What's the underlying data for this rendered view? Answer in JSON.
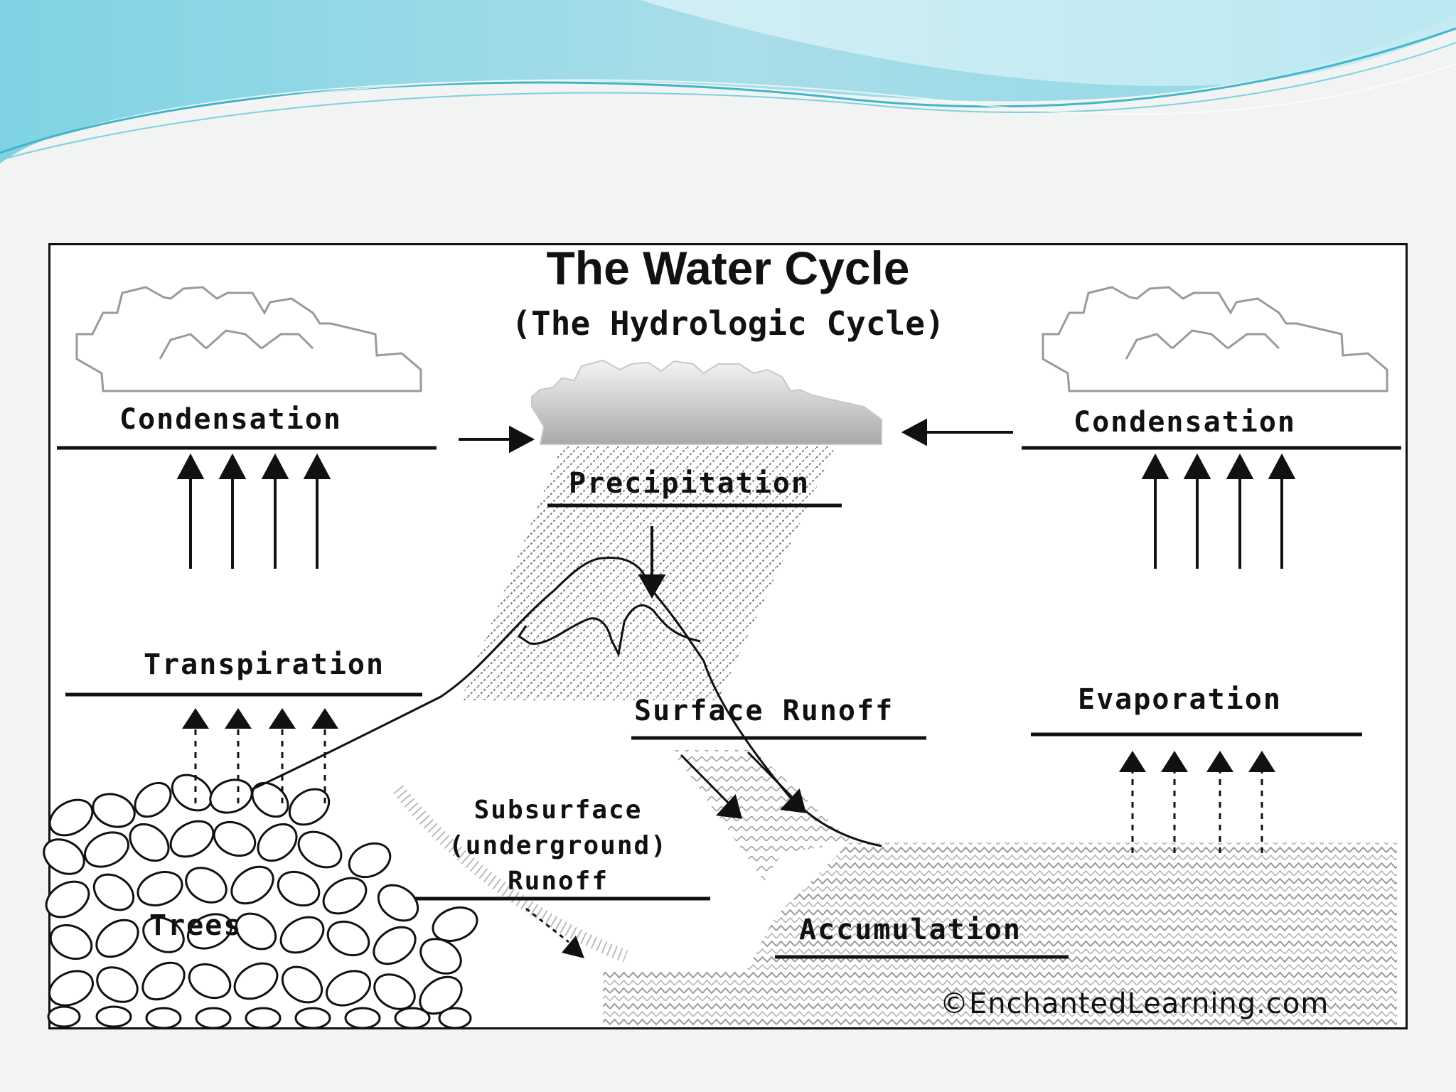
{
  "diagram": {
    "title": "The Water Cycle",
    "subtitle": "(The Hydrologic Cycle)",
    "labels": {
      "condensation_left": "Condensation",
      "condensation_right": "Condensation",
      "precipitation": "Precipitation",
      "transpiration": "Transpiration",
      "surface_runoff": "Surface Runoff",
      "evaporation": "Evaporation",
      "subsurface_line1": "Subsurface",
      "subsurface_line2": "(underground)",
      "subsurface_line3": "Runoff",
      "trees": "Trees",
      "accumulation": "Accumulation"
    },
    "credit": "©EnchantedLearning.com"
  },
  "colors": {
    "slide_background": "#f2f3f3",
    "wave_light": "#bfe9f2",
    "wave_dark": "#5fc3d8",
    "ink": "#111111",
    "cloud_outline": "#9a9a9a",
    "rain_cloud": "#c8c8c8"
  }
}
